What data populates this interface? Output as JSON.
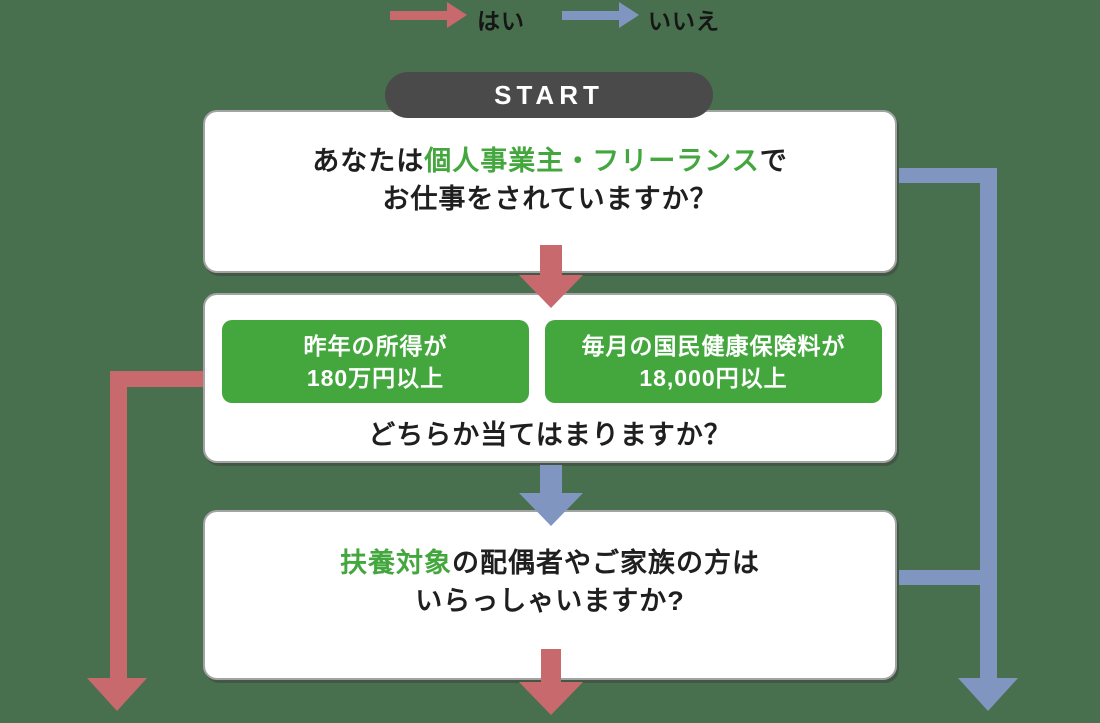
{
  "legend": {
    "yes_label": "はい",
    "no_label": "いいえ"
  },
  "start": {
    "label": "START"
  },
  "flow": {
    "q1": {
      "line1_prefix": "あなたは",
      "line1_highlight": "個人事業主・フリーランス",
      "line1_suffix": "で",
      "line2": "お仕事をされていますか？"
    },
    "q2": {
      "option1": {
        "line1": "昨年の所得が",
        "line2": "180万円以上"
      },
      "option2": {
        "line1": "毎月の国民健康保険料が",
        "line2": "18,000円以上"
      },
      "question": "どちらか当てはまりますか？"
    },
    "q3": {
      "line1_highlight": "扶養対象",
      "line1_rest": "の配偶者やご家族の方は",
      "line2": "いらっしゃいますか?"
    }
  },
  "colors": {
    "background": "#48704e",
    "box": "#ffffff",
    "box_border": "#a3a3a3",
    "green": "#43a73e",
    "red": "#c8696e",
    "blue": "#8096c1",
    "pill": "#4a4a4a",
    "text": "#1f1f1f"
  }
}
